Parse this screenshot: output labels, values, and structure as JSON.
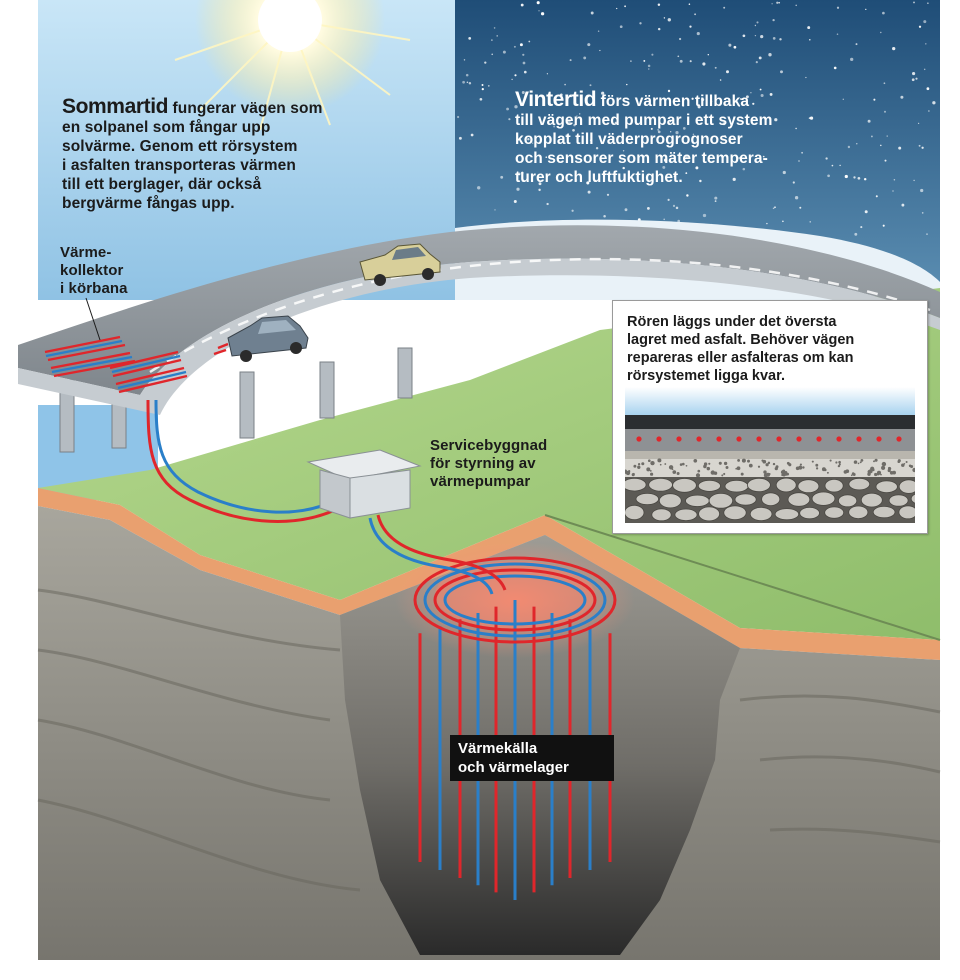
{
  "summer": {
    "lead": "Sommartid",
    "lines": [
      " fungerar vägen som",
      "en solpanel som fångar upp",
      "solvärme. Genom ett rörsystem",
      "i asfalten transporteras värmen",
      "till ett berglager, där också",
      "bergvärme fångas upp."
    ]
  },
  "winter": {
    "lead": "Vintertid",
    "lines": [
      " förs värmen tillbaka",
      "till vägen med pumpar i ett system",
      "kopplat till väderprogrognoser",
      "och sensorer som mäter tempera-",
      "turer och luftfuktighet."
    ]
  },
  "collector": {
    "lines": [
      "Värme-",
      "kollektor",
      "i körbana"
    ]
  },
  "service": {
    "lines": [
      "Servicebyggnad",
      "för styrning av",
      "värmepumpar"
    ]
  },
  "source": {
    "lines": [
      "Värmekälla",
      "och värmelager"
    ]
  },
  "inset": {
    "lines": [
      "Rören läggs under det översta",
      "lagret med asfalt. Behöver vägen",
      "repareras eller asfalteras om kan",
      "rörsystemet ligga kvar."
    ]
  },
  "colors": {
    "warm_pipe": "#e0262b",
    "cold_pipe": "#2a7fc9",
    "sky_night": "#2d5f88",
    "sky_day": "#a9d3ee",
    "grass": "#9dc57a",
    "asphalt": "#8e959c",
    "rock": "#8c8c86"
  }
}
